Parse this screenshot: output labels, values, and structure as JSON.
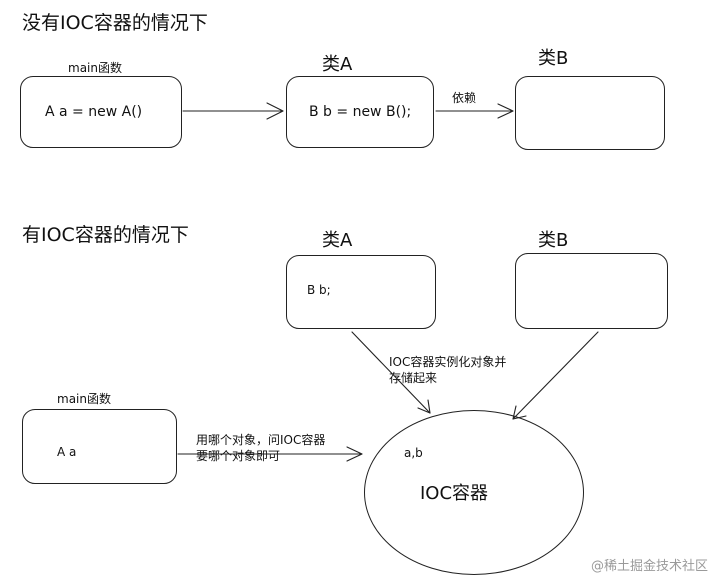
{
  "section_without": {
    "title": "没有IOC容器的情况下",
    "main_label": "main函数",
    "class_a_label": "类A",
    "class_b_label": "类B",
    "main_code": "A  a = new A()",
    "class_a_code": "B b = new B();",
    "depend_label": "依赖"
  },
  "section_with": {
    "title": "有IOC容器的情况下",
    "class_a_label": "类A",
    "class_b_label": "类B",
    "class_a_code": "B  b;",
    "main_label": "main函数",
    "main_code": "A a",
    "store_note_line1": "IOC容器实例化对象并",
    "store_note_line2": "存储起来",
    "use_note_line1": "用哪个对象，问IOC容器",
    "use_note_line2": "要哪个对象即可",
    "container_objects": "a,b",
    "container_label": "IOC容器"
  },
  "watermark": "@稀土掘金技术社区"
}
